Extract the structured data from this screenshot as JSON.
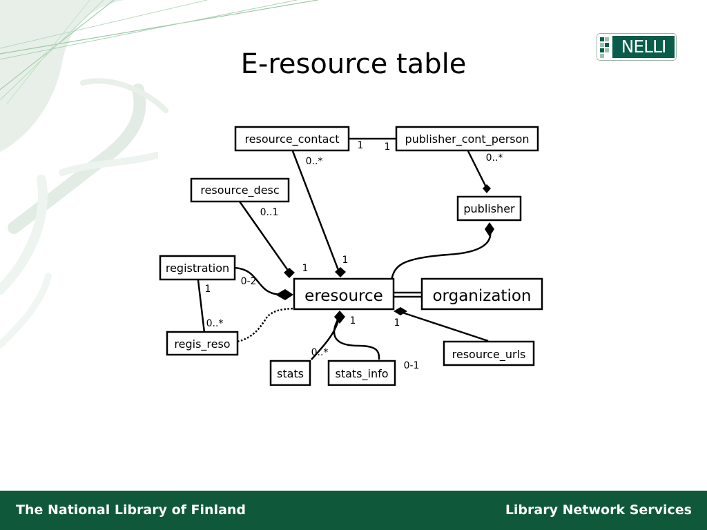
{
  "slide": {
    "title": "E-resource table"
  },
  "logo": {
    "text": "NELLI"
  },
  "footer": {
    "left": "The National Library of Finland",
    "right": "Library Network Services"
  },
  "colors": {
    "footer_bg": "#10583a",
    "logo_bg": "#0a5c4a"
  },
  "diagram": {
    "entities": [
      {
        "id": "resource_contact",
        "label": "resource_contact"
      },
      {
        "id": "publisher_cont_person",
        "label": "publisher_cont_person"
      },
      {
        "id": "resource_desc",
        "label": "resource_desc"
      },
      {
        "id": "publisher",
        "label": "publisher"
      },
      {
        "id": "registration",
        "label": "registration"
      },
      {
        "id": "eresource",
        "label": "eresource"
      },
      {
        "id": "organization",
        "label": "organization"
      },
      {
        "id": "regis_reso",
        "label": "regis_reso"
      },
      {
        "id": "resource_urls",
        "label": "resource_urls"
      },
      {
        "id": "stats",
        "label": "stats"
      },
      {
        "id": "stats_info",
        "label": "stats_info"
      }
    ],
    "multiplicities": [
      {
        "id": "rc-pcp-a",
        "text": "1"
      },
      {
        "id": "rc-pcp-b",
        "text": "1"
      },
      {
        "id": "rc-many",
        "text": "0..*"
      },
      {
        "id": "pcp-many",
        "text": "0..*"
      },
      {
        "id": "desc-opt",
        "text": "0..1"
      },
      {
        "id": "desc-one",
        "text": "1"
      },
      {
        "id": "rc-one",
        "text": "1"
      },
      {
        "id": "reg-range",
        "text": "0-2"
      },
      {
        "id": "reg-one",
        "text": "1"
      },
      {
        "id": "regreso-many",
        "text": "0..*"
      },
      {
        "id": "stats-one",
        "text": "1"
      },
      {
        "id": "urls-one",
        "text": "1"
      },
      {
        "id": "stats-many",
        "text": "0..*"
      },
      {
        "id": "statsinfo-range",
        "text": "0-1"
      }
    ]
  }
}
